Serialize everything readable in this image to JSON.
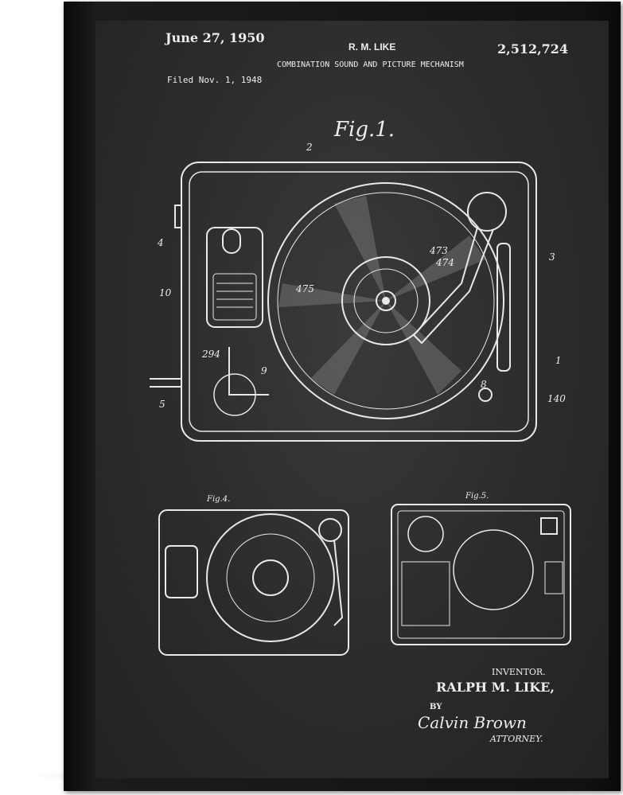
{
  "header": {
    "date": "June 27, 1950",
    "inventor_short": "R. M. LIKE",
    "patent_number": "2,512,724",
    "title": "COMBINATION SOUND AND PICTURE MECHANISM",
    "filed": "Filed Nov. 1, 1948"
  },
  "figures": {
    "fig1": "Fig.1.",
    "fig4": "Fig.4.",
    "fig5": "Fig.5.",
    "fig1_refs": [
      "2",
      "3",
      "4",
      "10",
      "473",
      "474",
      "475",
      "294",
      "9",
      "5",
      "8",
      "1",
      "140"
    ]
  },
  "footer": {
    "inventor_label": "INVENTOR.",
    "inventor_name": "RALPH M. LIKE,",
    "by": "BY",
    "signature": "Calvin Brown",
    "attorney": "ATTORNEY."
  },
  "colors": {
    "chalkboard": "#2e2e2e",
    "chalk": "#eeeeee",
    "frame": "#111111"
  }
}
